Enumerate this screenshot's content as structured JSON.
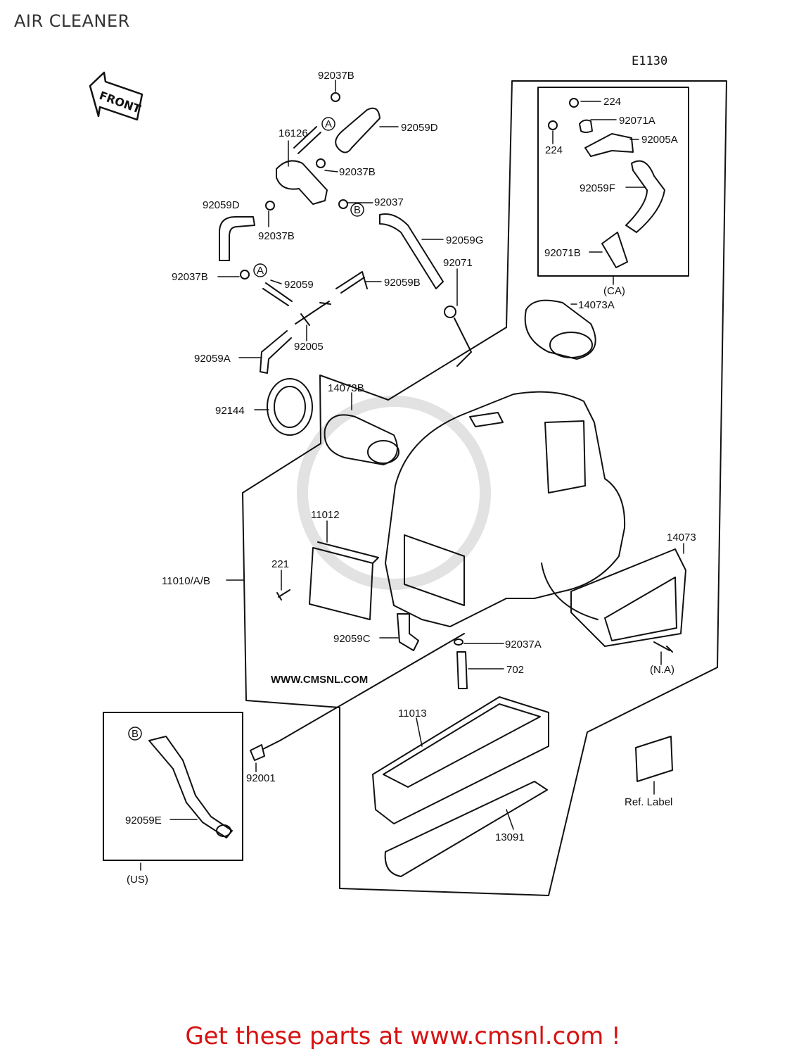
{
  "title": "AIR CLEANER",
  "diagram_code": "E1130",
  "front_label": "FRONT",
  "watermark": "WWW.CMSNL.COM",
  "callouts": {
    "p92037B_top": "92037B",
    "p92059D_top": "92059D",
    "p16126": "16126",
    "p92037B_mid": "92037B",
    "p92037": "92037",
    "p92059D_left": "92059D",
    "p92037B_left": "92037B",
    "p92059G": "92059G",
    "p92071": "92071",
    "p92037B_lower": "92037B",
    "p92059": "92059",
    "p92059B": "92059B",
    "p92005": "92005",
    "p92059A": "92059A",
    "p224_top": "224",
    "p92071A": "92071A",
    "p224_left": "224",
    "p92005A": "92005A",
    "p92059F": "92059F",
    "p92071B": "92071B",
    "ca": "(CA)",
    "p14073A": "14073A",
    "p14073B": "14073B",
    "p92144": "92144",
    "p11012": "11012",
    "p221": "221",
    "p11010": "11010/A/B",
    "p14073": "14073",
    "p92059C": "92059C",
    "p92037A": "92037A",
    "p702": "702",
    "na": "(N.A)",
    "p11013": "11013",
    "p92001": "92001",
    "p92059E": "92059E",
    "us": "(US)",
    "p13091": "13091",
    "ref_label": "Ref. Label",
    "mark_a1": "A",
    "mark_a2": "A",
    "mark_b1": "B",
    "mark_b2": "B"
  },
  "footer": "Get these parts at www.cmsnl.com !"
}
